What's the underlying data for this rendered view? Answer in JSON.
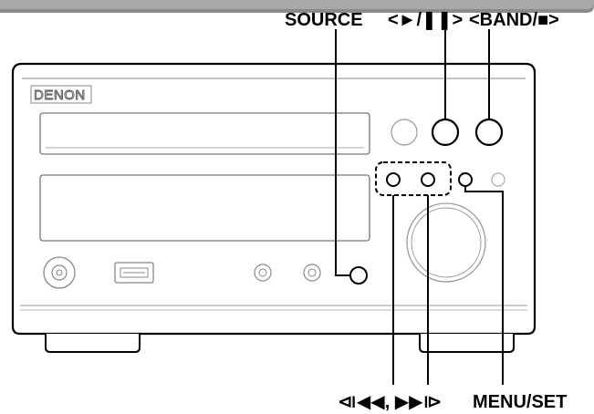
{
  "device": {
    "brand": "DENON"
  },
  "callouts": {
    "source": "SOURCE",
    "play_pause": "<►/❚❚>",
    "band_stop": "<BAND/■>",
    "skip": "⧏◀◀, ▶▶⧐",
    "menu_set": "MENU/SET"
  }
}
